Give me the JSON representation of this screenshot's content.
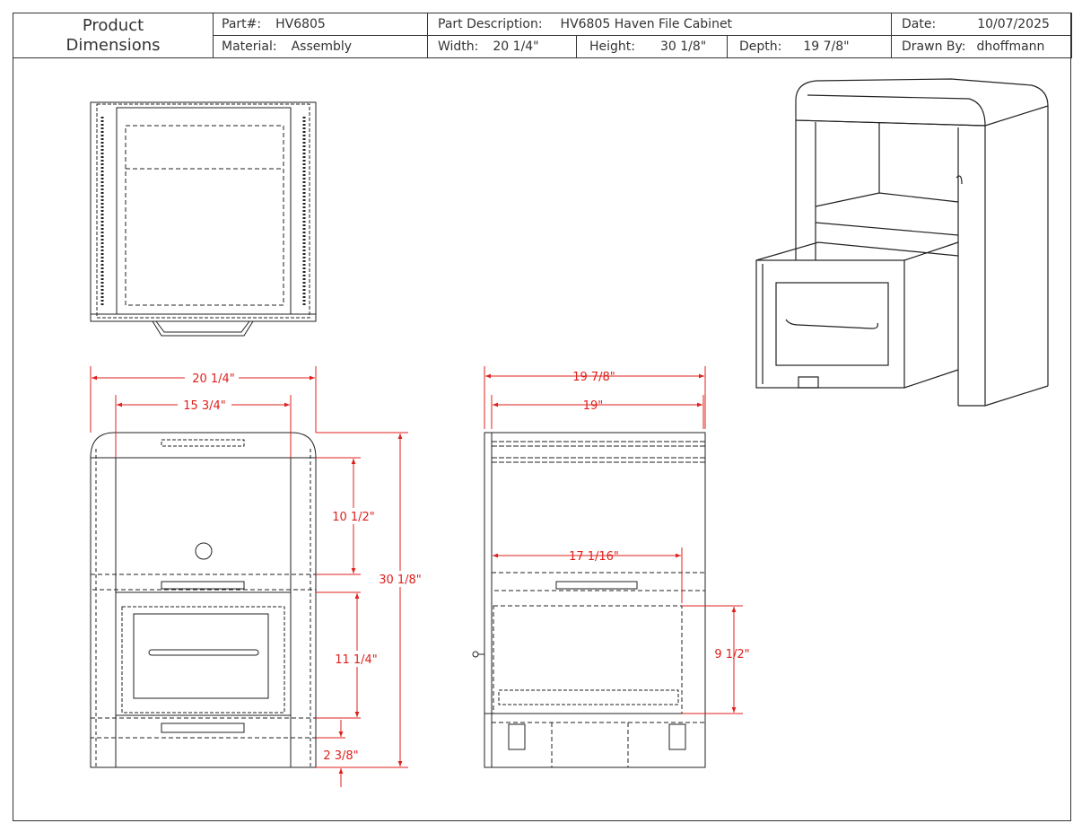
{
  "title_block": {
    "title_line1": "Product",
    "title_line2": "Dimensions",
    "part_label": "Part#:",
    "part_value": "HV6805",
    "description_label": "Part Description:",
    "description_value": "HV6805 Haven File Cabinet",
    "date_label": "Date:",
    "date_value": "10/07/2025",
    "material_label": "Material:",
    "material_value": "Assembly",
    "width_label": "Width:",
    "width_value": "20 1/4\"",
    "height_label": "Height:",
    "height_value": "30 1/8\"",
    "depth_label": "Depth:",
    "depth_value": "19 7/8\"",
    "drawn_by_label": "Drawn By:",
    "drawn_by_value": "dhoffmann"
  },
  "dimensions": {
    "front_overall_width": "20 1/4\"",
    "front_inner_width": "15 3/4\"",
    "front_upper_opening": "10 1/2\"",
    "front_overall_height": "30 1/8\"",
    "front_drawer_height": "11 1/4\"",
    "front_base_height": "2 3/8\"",
    "side_overall_depth": "19 7/8\"",
    "side_inner_depth": "19\"",
    "side_drawer_depth": "17 1/16\"",
    "side_drawer_height": "9 1/2\""
  },
  "colors": {
    "dimension": "#e0201c",
    "line": "#222222"
  }
}
